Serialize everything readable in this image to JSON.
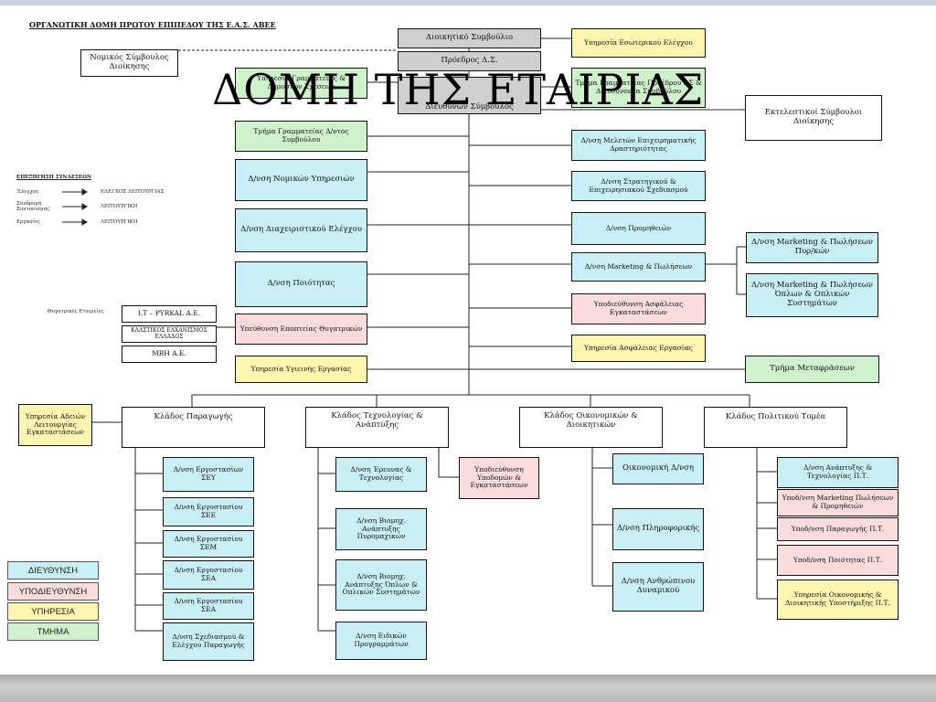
{
  "slide_title": "ΔΟΜΗ ΤΗΣ ΕΤΑΙΡΙΑΣ",
  "chart_caption": "ΟΡΓΑΝΩΤΙΚΗ ΔΟΜΗ ΠΡΩΤΟΥ ΕΠΙΠΕΔΟΥ ΤΗΣ Ε.Α.Σ. ΑΒΕΕ",
  "top": {
    "board": "Διοικητικό Συμβούλιο",
    "chairman": "Πρόεδρος Δ.Σ.",
    "ceo": "Διευθύνων Σύμβουλος",
    "legal_advisor": "Νομικός Σύμβουλος Διοίκησης",
    "internal_audit": "Υπηρεσία Εσωτερικού Ελέγχου",
    "chair_secretariat": "Τμήμα Γραμματείας Προέδρου ΔΣ & Διευθύνοντα Συμβούλου",
    "left_green_top": "Υπηρεσία Γραμματείας & Δημοσίων Σχέσεων",
    "ceo_secretariat": "Τμήμα Γραμματείας Δ/ντος Συμβούλου",
    "executive_advisors": "Εκτελεστικοί Σύμβουλοι Διοίκησης"
  },
  "left_column": [
    "Δ/νση Νομικών Υπηρεσιών",
    "Δ/νση Διαχειριστικού Ελέγχου",
    "Δ/νση Ποιότητας",
    "Υπεύθυνση Εποπτείας Θυγατρικών",
    "Υπηρεσία Υγιεινής Εργασίας"
  ],
  "right_column": [
    "Δ/νση Μελετών Επιχειρηματικής Δραστηριότητας",
    "Δ/νση Στρατηγικού & Επιχειρησιακού Σχεδιασμού",
    "Δ/νση Προμηθειών",
    "Δ/νση Marketing & Πωλήσεων",
    "Υποδιεύθυνση Ασφάλειας Εγκαταστάσεων",
    "Υπηρεσία Ασφάλειας Εργασίας"
  ],
  "marketing_subs": [
    "Δ/νση Marketing & Πωλήσεων Πυρ/κών",
    "Δ/νση Marketing & Πωλήσεων Όπλων & Οπλικών Συστημάτων"
  ],
  "translation_dept": "Τμήμα Μεταφράσεων",
  "subsidiaries": {
    "label": "Θυγατρικές Εταιρείες",
    "items": [
      "I.T – PYRKAL A.E.",
      "ΚΛΑΣΤΙΚΟΣ ΕΑΧΑΝΙΣΜΟΣ ΕΛΛΑΔΟΣ",
      "ΜΒΗ Α.Ε."
    ]
  },
  "key": {
    "title": "ΕΠΕΞΗΓΗΣΗ ΣΥΝΔΕΣΕΩΝ",
    "rows": [
      {
        "from": "Έλεγχος",
        "to": "ΕΛΕΓΧΟΣ ΛΕΙΤΟΥΡΓΙΑΣ"
      },
      {
        "from": "Συνδρομή Συντονισμός",
        "to": "ΛΕΙΤΟΥΡΓΙΚΗ"
      },
      {
        "from": "Εργασίες",
        "to": "ΛΕΙΤΟΥΡΓΙΚΗ"
      }
    ]
  },
  "plant_operations": "Υπηρεσία Αδειών Λειτουργίας Εγκαταστάσεων",
  "branches": [
    {
      "name": "Κλάδος Παραγωγής",
      "units": [
        "Δ/νση Εργοστασίων ΣΕΥ",
        "Δ/νση Εργοστασίου ΣΕΕ",
        "Δ/νση Εργοστασίου ΣΕΜ",
        "Δ/νση Εργοστασίου ΣΕΑ",
        "Δ/νση Εργοστασίου ΣΕΑ",
        "Δ/νση Σχεδιασμού & Ελέγχου Παραγωγής"
      ]
    },
    {
      "name": "Κλάδος Τεχνολογίας & Ανάπτυξης",
      "units": [
        "Δ/νση Έρευνας & Τεχνολογίας",
        "Δ/νση Βιομηχ. Ανάπτυξης Πυρομαχικών",
        "Δ/νση Βιομηχ. Ανάπτυξης Όπλων & Οπλικών Συστημάτων",
        "Δ/νση Ειδικών Προγραμμάτων"
      ],
      "side": "Υποδιεύθυνση Υποδομών & Εγκαταστάσεων"
    },
    {
      "name": "Κλάδος Οικονομικών & Διοικητικών",
      "units": [
        "Οικονομική Δ/νση",
        "Δ/νση Πληροφορικής",
        "Δ/νση Ανθρώπινου Δυναμικού"
      ]
    },
    {
      "name": "Κλάδος Πολιτικού Τομέα",
      "units": [
        "Δ/νση Ανάπτυξης & Τεχνολογίας Π.Τ.",
        "Υποδ/νση Marketing Πωλήσεων & Προμηθειών",
        "Υποδ/νση Παραγωγής Π.Τ.",
        "Υποδ/νση Ποιότητας Π.Τ.",
        "Υπηρεσία Οικονομικής & Διοικητικής Υποστήριξης Π.Τ."
      ]
    }
  ],
  "legend": [
    "ΔΙΕΥΘΥΝΣΗ",
    "ΥΠΟΔΙΕΥΘΥΝΣΗ",
    "ΥΠΗΡΕΣΙΑ",
    "ΤΜΗΜΑ"
  ],
  "colors": {
    "directorate": "#c8f0f4",
    "subdirectorate": "#fbdcdc",
    "service": "#fdf6b0",
    "department": "#cff2cc"
  }
}
